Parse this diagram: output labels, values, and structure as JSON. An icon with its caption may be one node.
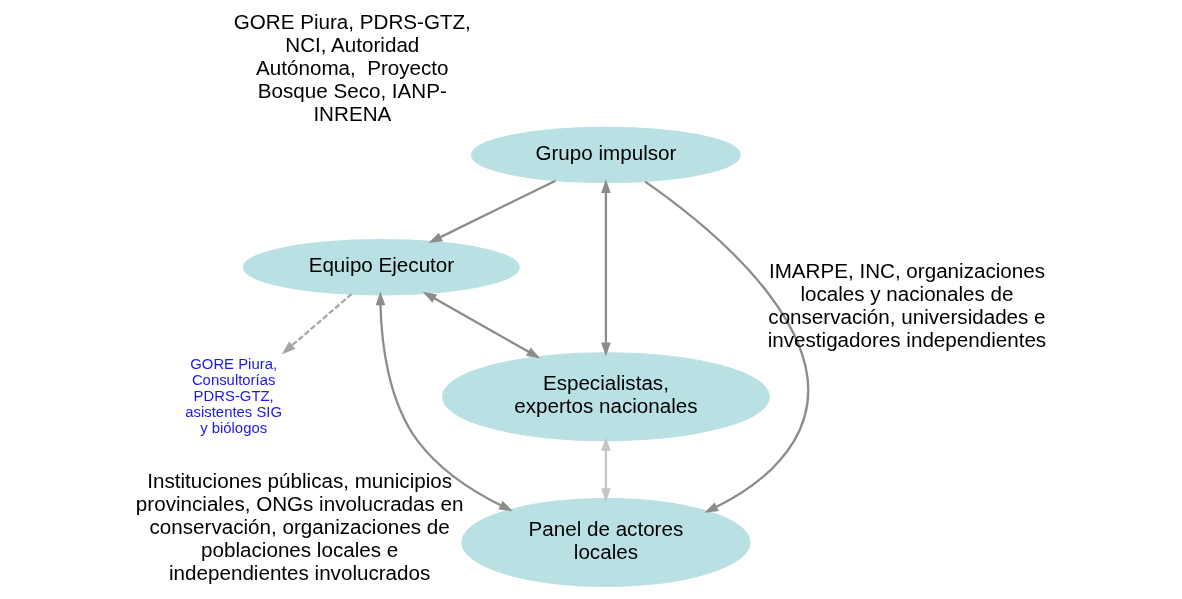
{
  "diagram": {
    "nodes": [
      {
        "text": [
          "Grupo impulsor"
        ],
        "beside": [
          "GORE Piura, PDRS-GTZ, NCI, Autoridad Autónoma,  Proyecto Bosque Seco, IANP-INRENA"
        ]
      },
      {
        "text": [
          "Equipo Ejecutor"
        ]
      },
      {
        "text": [
          "GORE Piura, Consultorías PDRS-GTZ, asistentes SIG y biólogos"
        ]
      },
      {
        "text": [
          "Especialistas, expertos nacionales"
        ],
        "beside": [
          "IMARPE, INC, organizaciones locales y nacionales de conservación, universidades e investigadores independientes"
        ]
      },
      {
        "text": [
          "Panel de actores locales"
        ],
        "beside": [
          "Instituciones públicas, municipios provinciales, ONGs involucradas en conservación, organizaciones de poblaciones locales e  independientes involucrados"
        ]
      }
    ],
    "edges": [
      {
        "from": 0,
        "to": 1,
        "arrow": "to"
      },
      {
        "from": 1,
        "to": 2,
        "arrow": "to",
        "style": "dashed",
        "color": "#a6a6a6"
      },
      {
        "from": 1,
        "to": 3,
        "arrow": "both"
      },
      {
        "from": 1,
        "to": 4,
        "arrow": "both"
      },
      {
        "from": 3,
        "to": 0,
        "arrow": "both"
      },
      {
        "from": 0,
        "to": 4,
        "arrow": "to"
      },
      {
        "from": 3,
        "to": 4,
        "arrow": "both",
        "color": "#c4c4c4"
      }
    ]
  }
}
